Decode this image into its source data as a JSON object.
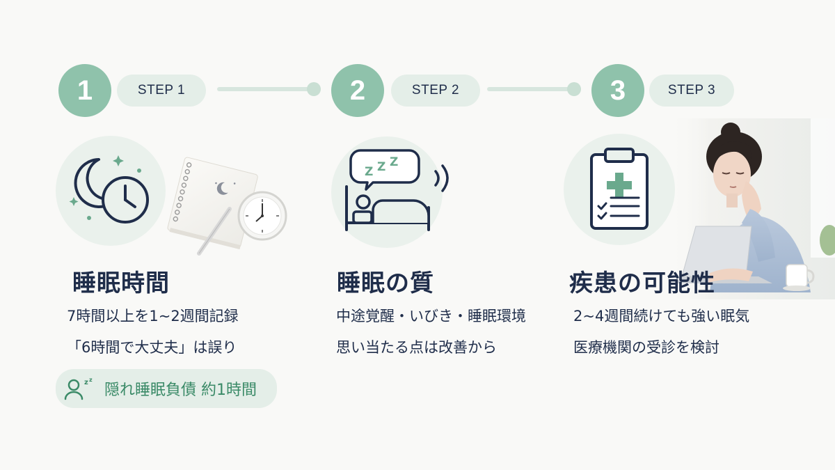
{
  "steps": [
    {
      "number": "1",
      "label": "STEP 1",
      "title": "睡眠時間",
      "lines": [
        "7時間以上を1~2週間記録",
        "「6時間で大丈夫」は誤り"
      ],
      "icon": "moon-clock-icon"
    },
    {
      "number": "2",
      "label": "STEP 2",
      "title": "睡眠の質",
      "lines": [
        "中途覚醒・いびき・睡眠環境",
        "思い当たる点は改善から"
      ],
      "icon": "sleeping-bed-icon"
    },
    {
      "number": "3",
      "label": "STEP 3",
      "title": "疾患の可能性",
      "lines": [
        "2~4週間続けても強い眠気",
        "医療機関の受診を検討"
      ],
      "icon": "medical-clipboard-icon"
    }
  ],
  "badge": {
    "text": "隠れ睡眠負債 約1時間",
    "icon": "sleeping-person-icon"
  },
  "colors": {
    "accent": "#8fc2ab",
    "accent_light": "#e4eee8",
    "navy": "#1f2d4a",
    "badge_text": "#3a8a67"
  }
}
